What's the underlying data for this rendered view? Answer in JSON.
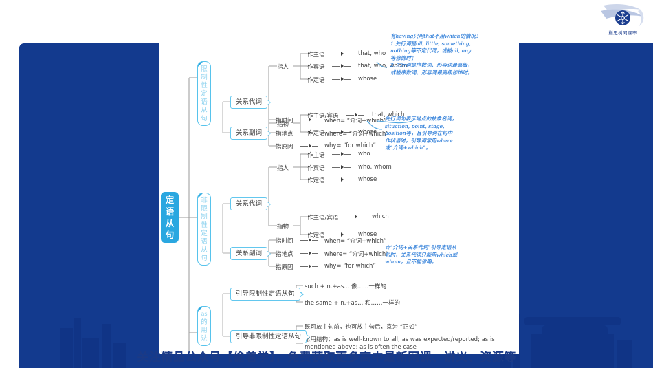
{
  "logo": {
    "text": "巅思树网课市",
    "icon": "snowflake-shield-logo"
  },
  "watermark": {
    "text": "关注精品公众号【偷着学】，免费获取更多高中最新网课、讲义、资源等"
  },
  "mindmap": {
    "root": {
      "label": "定语从句",
      "chars": [
        "定",
        "语",
        "从",
        "句"
      ]
    },
    "branches": [
      {
        "id": "restrictive",
        "label": "限制性定语从句",
        "chars": [
          "限",
          "制",
          "性",
          "定",
          "语",
          "从",
          "句"
        ],
        "groups": [
          {
            "label": "关系代词",
            "subgroups": [
              {
                "label": "指人",
                "rows": [
                  {
                    "role": "作主语",
                    "value": "that, who"
                  },
                  {
                    "role": "作宾语",
                    "value": "that, who, whom"
                  },
                  {
                    "role": "作定语",
                    "value": "whose"
                  }
                ]
              },
              {
                "label": "指物",
                "rows": [
                  {
                    "role": "作主语/宾语",
                    "value": "that, which"
                  },
                  {
                    "role": "作定语",
                    "value": "whose"
                  }
                ]
              }
            ]
          },
          {
            "label": "关系副词",
            "rows": [
              {
                "role": "指时间",
                "value": "when= “介词+which”"
              },
              {
                "role": "指地点",
                "value": "where= “介词+which”"
              },
              {
                "role": "指原因",
                "value": "why= “for which”"
              }
            ]
          }
        ]
      },
      {
        "id": "non-restrictive",
        "label": "非限制性定语从句",
        "chars": [
          "非",
          "限",
          "制",
          "性",
          "定",
          "语",
          "从",
          "句"
        ],
        "groups": [
          {
            "label": "关系代词",
            "subgroups": [
              {
                "label": "指人",
                "rows": [
                  {
                    "role": "作主语",
                    "value": "who"
                  },
                  {
                    "role": "作宾语",
                    "value": "who, whom"
                  },
                  {
                    "role": "作定语",
                    "value": "whose"
                  }
                ]
              },
              {
                "label": "指物",
                "rows": [
                  {
                    "role": "作主语/宾语",
                    "value": "which"
                  },
                  {
                    "role": "作定语",
                    "value": "whose"
                  }
                ]
              }
            ]
          },
          {
            "label": "关系副词",
            "rows": [
              {
                "role": "指时间",
                "value": "when= “介词+which”"
              },
              {
                "role": "指地点",
                "value": "where= “介词+which”"
              },
              {
                "role": "指原因",
                "value": "why= “for which”"
              }
            ]
          }
        ]
      },
      {
        "id": "as-usage",
        "label": "as的用法",
        "chars": [
          "as",
          "的",
          "用",
          "法"
        ],
        "groups": [
          {
            "label": "引导限制性定语从句",
            "leaves": [
              "such + n.+as... 像……一样的",
              "the same + n.+as... 和……一样的"
            ]
          },
          {
            "label": "引导非限制性定语从句",
            "leaves": [
              "既可放主句前，也可放主句后，意为 “正如”",
              "常用结构：as is well-known to all; as was expected/reported; as is mentioned above; as is often the case"
            ]
          }
        ]
      }
    ]
  },
  "annotations": [
    {
      "id": "note-that-only",
      "text": "有having只用that不用which的情况：\n1.先行词是all, little, something,\nnothing等不定代词，或被all, any\n等修饰时；\n2.先行词是序数词、形容词最高级，\n或被序数词、形容词最高级修饰时。"
    },
    {
      "id": "note-where",
      "text": "先行词为表示地点的抽象名词，\nsituation, point, stage,\nposition等，且引导词在句中\n作状语时，引导词常用where\n或“介词+which”。"
    },
    {
      "id": "note-prep-relative",
      "text": "☆“介词+关系代词”引导定语从\n句时，关系代词只能用which或\nwhom，且不能省略。"
    }
  ],
  "colors": {
    "panel_blue": "#133a8e",
    "accent_cyan": "#2aa7e0",
    "node_border": "#63c7ee",
    "ink_blue": "#2f7ed8",
    "watermark_blue": "#1b3a86"
  }
}
